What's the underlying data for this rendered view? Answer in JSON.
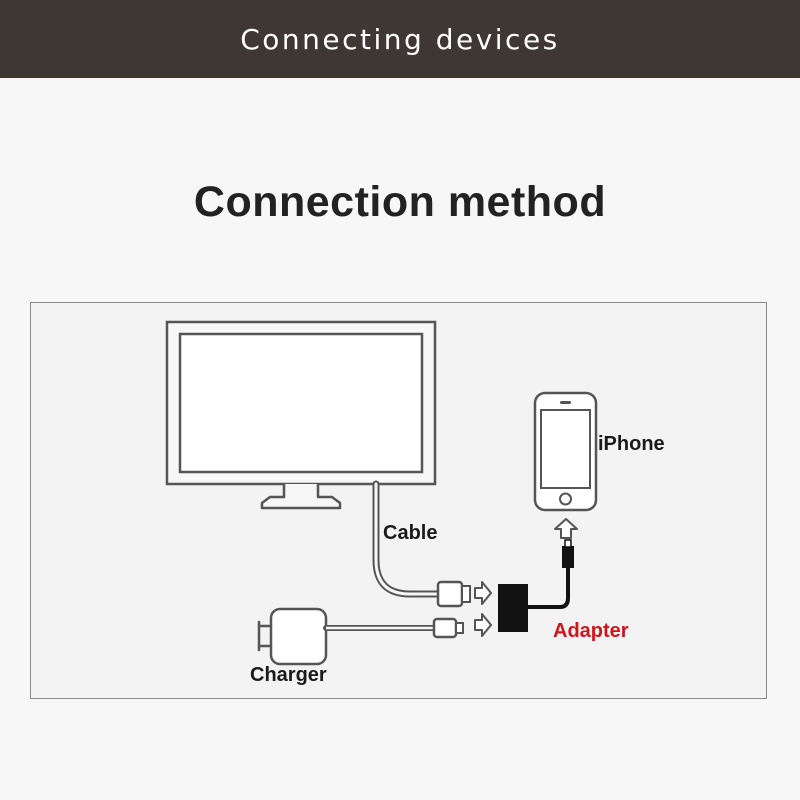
{
  "header": {
    "title": "Connecting devices"
  },
  "main": {
    "title": "Connection method"
  },
  "diagram": {
    "labels": {
      "iphone": "iPhone",
      "cable": "Cable",
      "adapter": "Adapter",
      "charger": "Charger"
    },
    "colors": {
      "header_bg": "#3e3734",
      "adapter_label": "#d0141c",
      "outline": "#555555"
    }
  }
}
